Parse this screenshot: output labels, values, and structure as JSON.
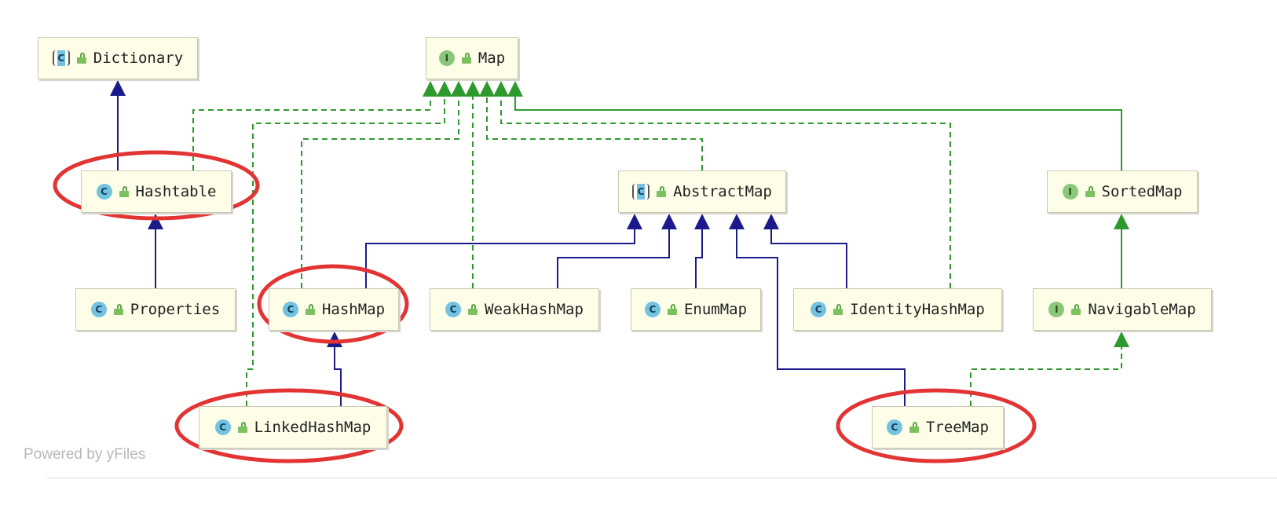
{
  "colors": {
    "implements_edge": "#2e9a2e",
    "extends_edge": "#1a1a8c",
    "highlight": "#e33434",
    "node_fill": "#fdfde8"
  },
  "nodes": [
    {
      "id": "dictionary",
      "label": "Dictionary",
      "kind": "abstract-class"
    },
    {
      "id": "map",
      "label": "Map",
      "kind": "interface"
    },
    {
      "id": "hashtable",
      "label": "Hashtable",
      "kind": "class"
    },
    {
      "id": "abstractmap",
      "label": "AbstractMap",
      "kind": "abstract-class"
    },
    {
      "id": "sortedmap",
      "label": "SortedMap",
      "kind": "interface"
    },
    {
      "id": "properties",
      "label": "Properties",
      "kind": "class"
    },
    {
      "id": "hashmap",
      "label": "HashMap",
      "kind": "class"
    },
    {
      "id": "weakhashmap",
      "label": "WeakHashMap",
      "kind": "class"
    },
    {
      "id": "enummap",
      "label": "EnumMap",
      "kind": "class"
    },
    {
      "id": "identityhashmap",
      "label": "IdentityHashMap",
      "kind": "class"
    },
    {
      "id": "navigablemap",
      "label": "NavigableMap",
      "kind": "interface"
    },
    {
      "id": "linkedhashmap",
      "label": "LinkedHashMap",
      "kind": "class"
    },
    {
      "id": "treemap",
      "label": "TreeMap",
      "kind": "class"
    }
  ],
  "highlighted": [
    "Hashtable",
    "HashMap",
    "LinkedHashMap",
    "TreeMap"
  ],
  "footer": "Powered by yFiles"
}
